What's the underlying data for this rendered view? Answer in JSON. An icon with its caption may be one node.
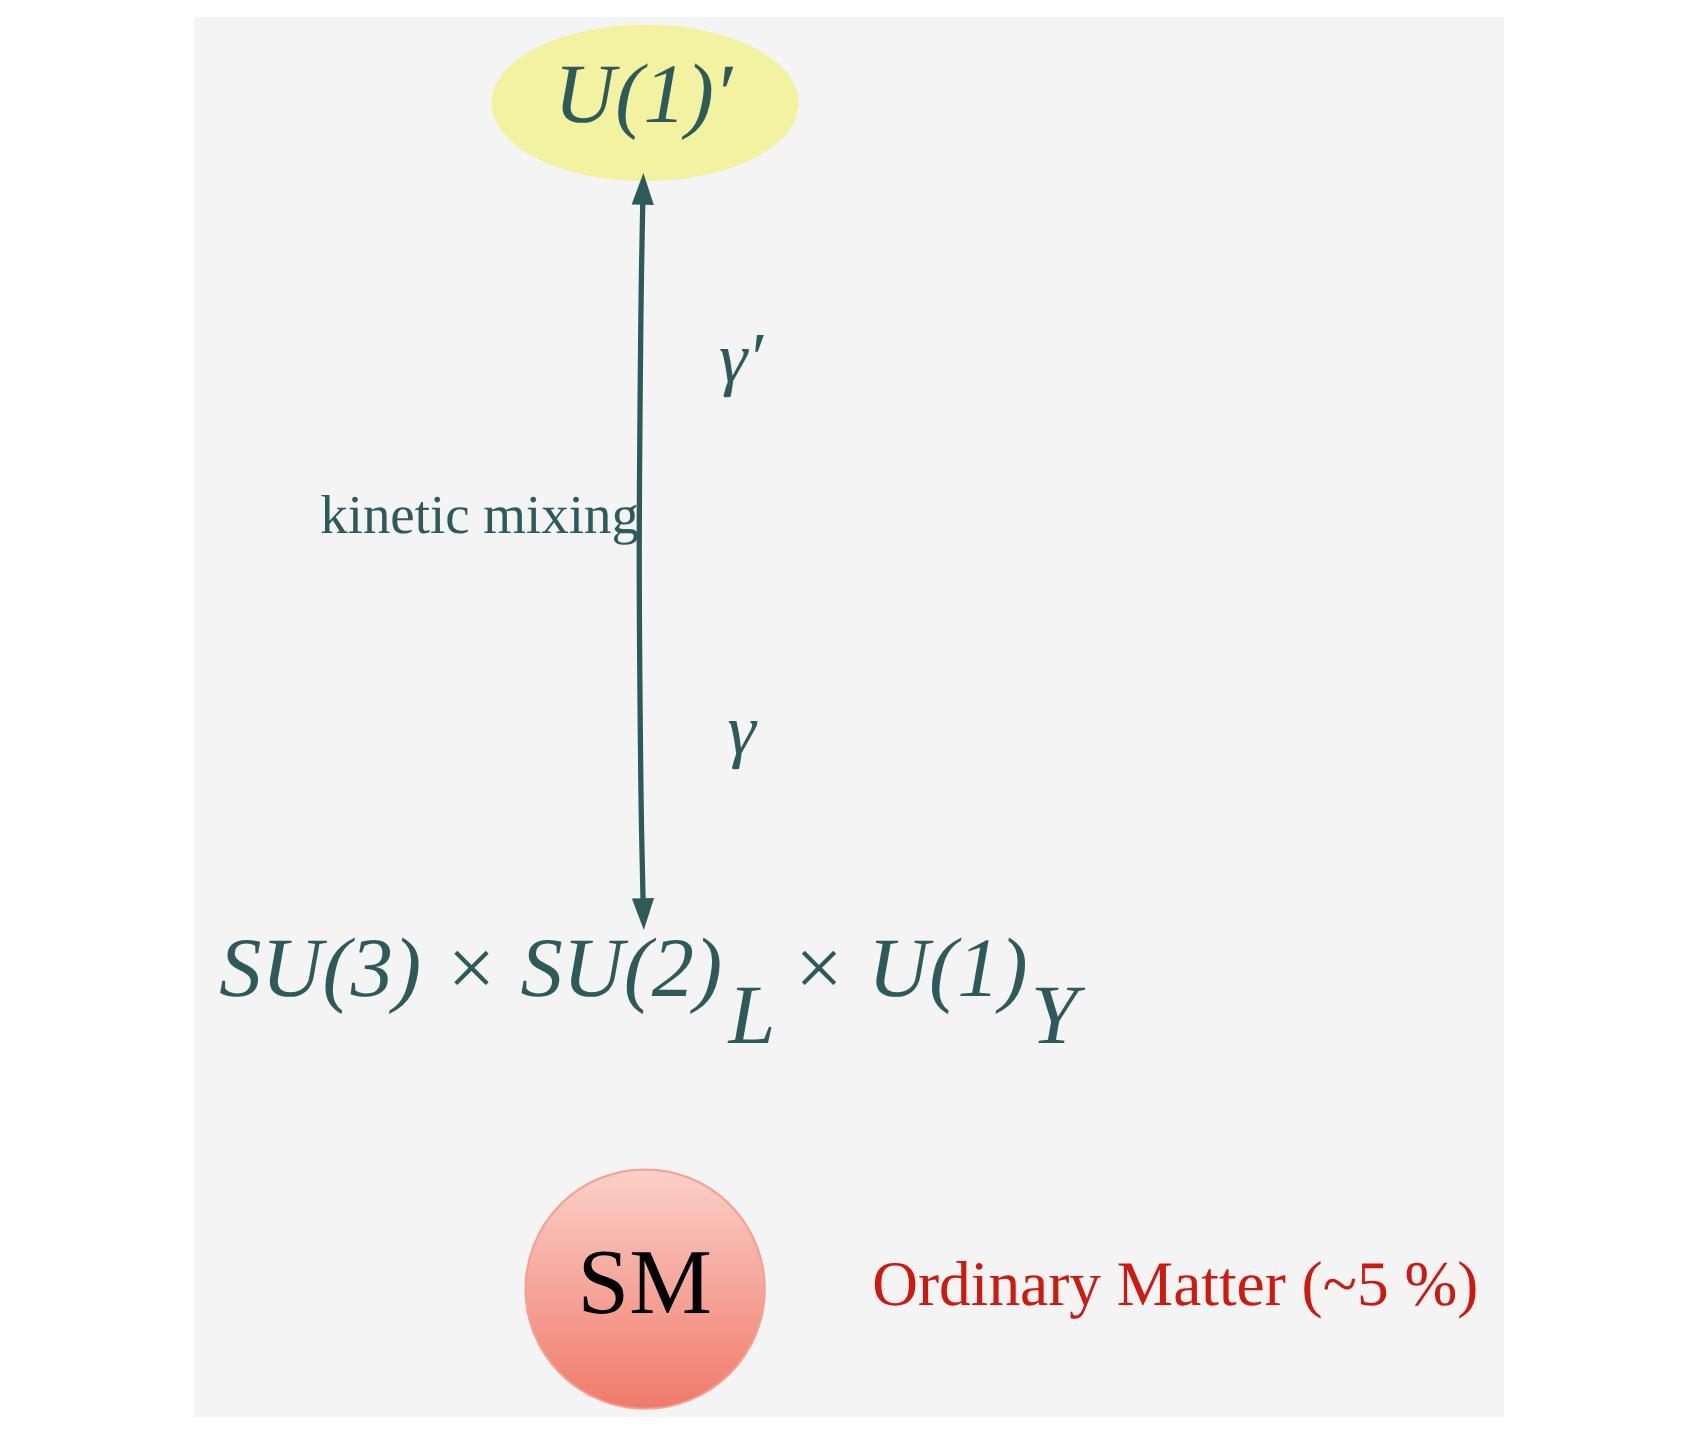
{
  "diagram": {
    "nodes": [
      {
        "text": [
          "U(1)′"
        ]
      },
      {
        "text": [
          "SU(3) × SU(2)$_{L}$ × U(1)$_{Y}$"
        ]
      },
      {
        "text": [
          "SM"
        ],
        "beside": [
          "Ordinary Matter (~5 %)"
        ]
      }
    ],
    "edges": [
      {
        "from": 0,
        "to": 1,
        "arrow": "both",
        "label": "kinetic mixing"
      }
    ],
    "labels": [
      "γ′",
      "γ"
    ]
  }
}
